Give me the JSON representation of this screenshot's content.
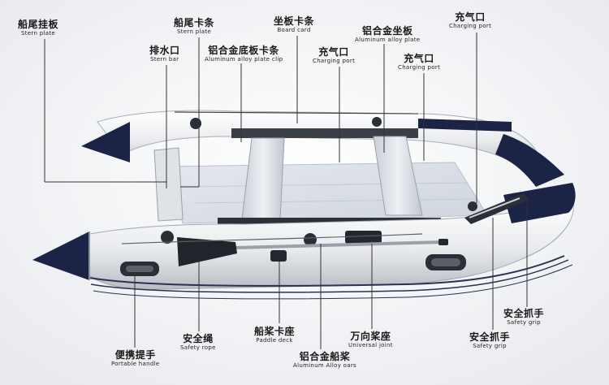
{
  "labels": {
    "stern_plate": {
      "cn": "船尾挂板",
      "en": "Stern plate"
    },
    "stern_plate_clip": {
      "cn": "船尾卡条",
      "en": "Stern plate"
    },
    "board_card": {
      "cn": "坐板卡条",
      "en": "Board card"
    },
    "aluminum_alloy_plate": {
      "cn": "铝合金坐板",
      "en": "Aluminum alloy plate"
    },
    "charging_port_top_right": {
      "cn": "充气口",
      "en": "Charging port"
    },
    "stern_bar": {
      "cn": "排水口",
      "en": "Stern bar"
    },
    "alloy_plate_clip": {
      "cn": "铝合金底板卡条",
      "en": "Aluminum alloy plate clip"
    },
    "charging_port_center": {
      "cn": "充气口",
      "en": "Charging port"
    },
    "charging_port_right": {
      "cn": "充气口",
      "en": "Charging port"
    },
    "safety_grip_upper": {
      "cn": "安全抓手",
      "en": "Safety grip"
    },
    "safety_grip_lower": {
      "cn": "安全抓手",
      "en": "Safety grip"
    },
    "paddle_deck": {
      "cn": "船桨卡座",
      "en": "Paddle deck"
    },
    "universal_joint": {
      "cn": "万向桨座",
      "en": "Universal joint"
    },
    "safety_rope": {
      "cn": "安全绳",
      "en": "Safety rope"
    },
    "portable_handle": {
      "cn": "便携提手",
      "en": "Portable handle"
    },
    "aluminum_oars": {
      "cn": "铝合金船桨",
      "en": "Aluminum Alloy oars"
    }
  },
  "colors": {
    "background": "#f3f4f6",
    "tube": "#eceef1",
    "accent_navy": "#1b2447",
    "leader_line": "#333333"
  }
}
